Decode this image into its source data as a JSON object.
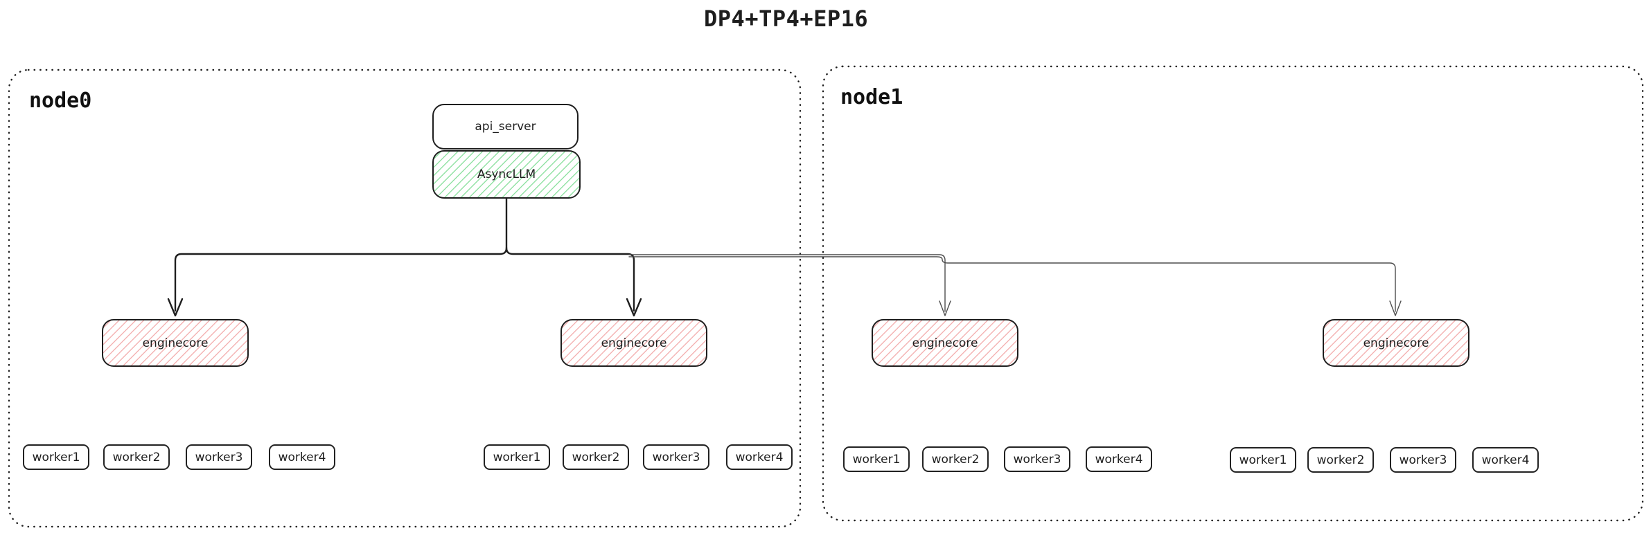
{
  "title": "DP4+TP4+EP16",
  "node0": {
    "label": "node0",
    "api_server_label": "api_server",
    "asyncllm_label": "AsyncLLM",
    "enginecore1_label": "enginecore",
    "enginecore2_label": "enginecore",
    "group1_workers": [
      "worker1",
      "worker2",
      "worker3",
      "worker4"
    ],
    "group2_workers": [
      "worker1",
      "worker2",
      "worker3",
      "worker4"
    ]
  },
  "node1": {
    "label": "node1",
    "enginecore1_label": "enginecore",
    "enginecore2_label": "enginecore",
    "group1_workers": [
      "worker1",
      "worker2",
      "worker3",
      "worker4"
    ],
    "group2_workers": [
      "worker1",
      "worker2",
      "worker3",
      "worker4"
    ]
  },
  "colors": {
    "stroke": "#1e1e1e",
    "async_llm_hatch": "#93e2a5",
    "enginecore_hatch": "#f4b4b4",
    "thin_connector": "#4d4d4d",
    "background": "#ffffff"
  }
}
